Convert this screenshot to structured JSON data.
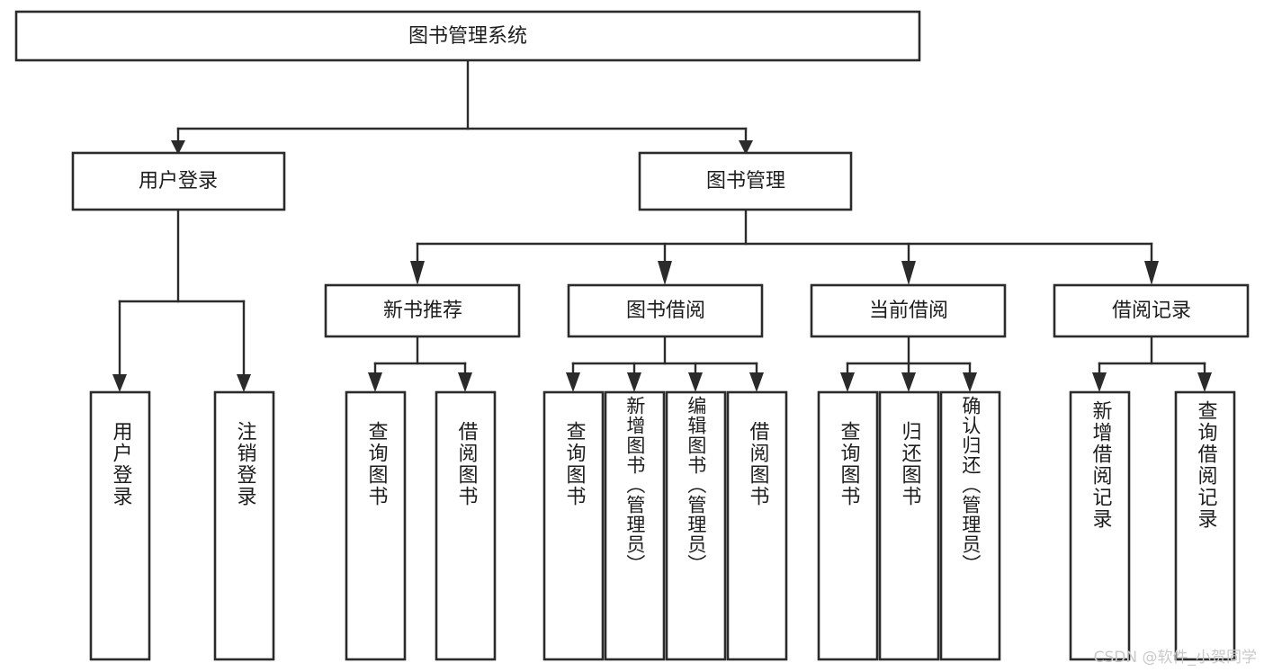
{
  "diagram": {
    "title": "图书管理系统",
    "type": "tree-hierarchy-flowchart",
    "watermark": "CSDN @软件_小贺同学",
    "colors": {
      "box_stroke": "#2b2b2b",
      "box_fill": "#ffffff",
      "connector": "#2b2b2b",
      "text": "#1d1d1d",
      "watermark": "#c9c9c9",
      "background": "#ffffff"
    },
    "root": {
      "label": "图书管理系统"
    },
    "level2": [
      {
        "label": "用户登录"
      },
      {
        "label": "图书管理"
      }
    ],
    "level3": [
      {
        "label": "新书推荐"
      },
      {
        "label": "图书借阅"
      },
      {
        "label": "当前借阅"
      },
      {
        "label": "借阅记录"
      }
    ],
    "leaves": {
      "user_login": [
        {
          "label": "用户登录"
        },
        {
          "label": "注销登录"
        }
      ],
      "new_book_recommend": [
        {
          "label": "查询图书"
        },
        {
          "label": "借阅图书"
        }
      ],
      "book_borrow": [
        {
          "label": "查询图书"
        },
        {
          "label": "新增图书（管理员）"
        },
        {
          "label": "编辑图书（管理员）"
        },
        {
          "label": "借阅图书"
        }
      ],
      "current_borrow": [
        {
          "label": "查询图书"
        },
        {
          "label": "归还图书"
        },
        {
          "label": "确认归还（管理员）"
        }
      ],
      "borrow_record": [
        {
          "label": "新增借阅记录"
        },
        {
          "label": "查询借阅记录"
        }
      ]
    }
  }
}
